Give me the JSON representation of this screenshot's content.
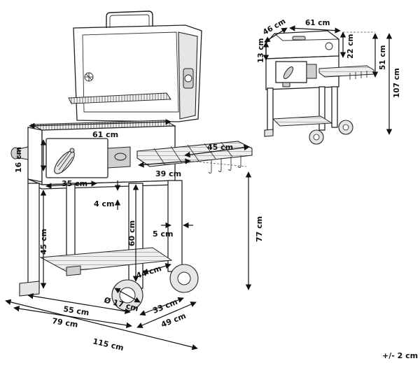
{
  "large_view": {
    "width_body": "61 cm",
    "side_table": "45 cm",
    "door_height": "16 cm",
    "handle_width": "35 cm",
    "shelf_gap": "4 cm",
    "side_table_depth": "39 cm",
    "cart_height": "60 cm",
    "leg_width": "5 cm",
    "total_height": "77 cm",
    "lower_height": "45 cm",
    "shelf_depth": "44 cm",
    "wheel_diameter": "Ø 17 cm",
    "inner_width": "55 cm",
    "depth_33": "33 cm",
    "width_79": "79 cm",
    "depth_49": "49 cm",
    "total_width": "115 cm"
  },
  "small_view": {
    "depth": "46 cm",
    "width": "61 cm",
    "lid_height": "13 cm",
    "lid_depth": "22 cm",
    "upper_height": "51 cm",
    "total_height": "107 cm"
  },
  "tolerance": "+/- 2 cm"
}
